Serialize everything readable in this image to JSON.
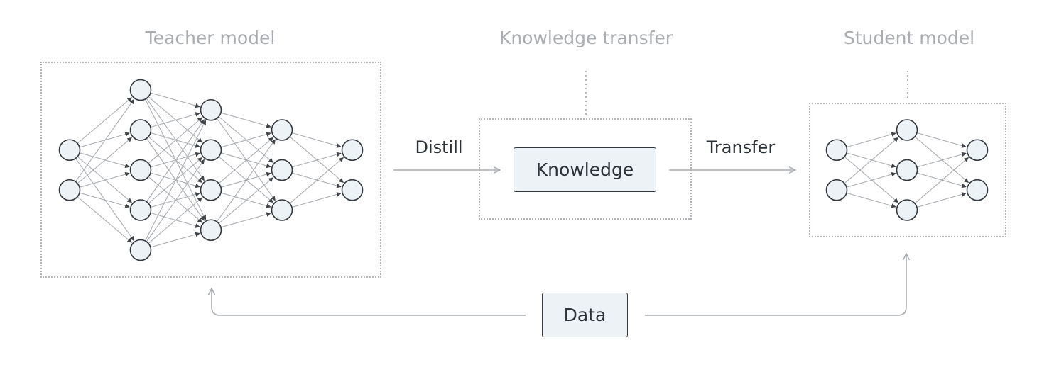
{
  "titles": {
    "teacher": "Teacher model",
    "transfer": "Knowledge transfer",
    "student": "Student model"
  },
  "labels": {
    "distill": "Distill",
    "transfer": "Transfer"
  },
  "boxes": {
    "knowledge": "Knowledge",
    "data": "Data"
  },
  "networks": {
    "teacher": {
      "layers": [
        2,
        5,
        4,
        3,
        2
      ]
    },
    "student": {
      "layers": [
        2,
        3,
        2
      ]
    }
  },
  "colors": {
    "neuron_fill": "#edf2f6",
    "neuron_stroke": "#33383e",
    "connection": "#a9adb2",
    "arrow": "#a9adb2",
    "title": "#a9adb2",
    "label": "#2b3138"
  }
}
